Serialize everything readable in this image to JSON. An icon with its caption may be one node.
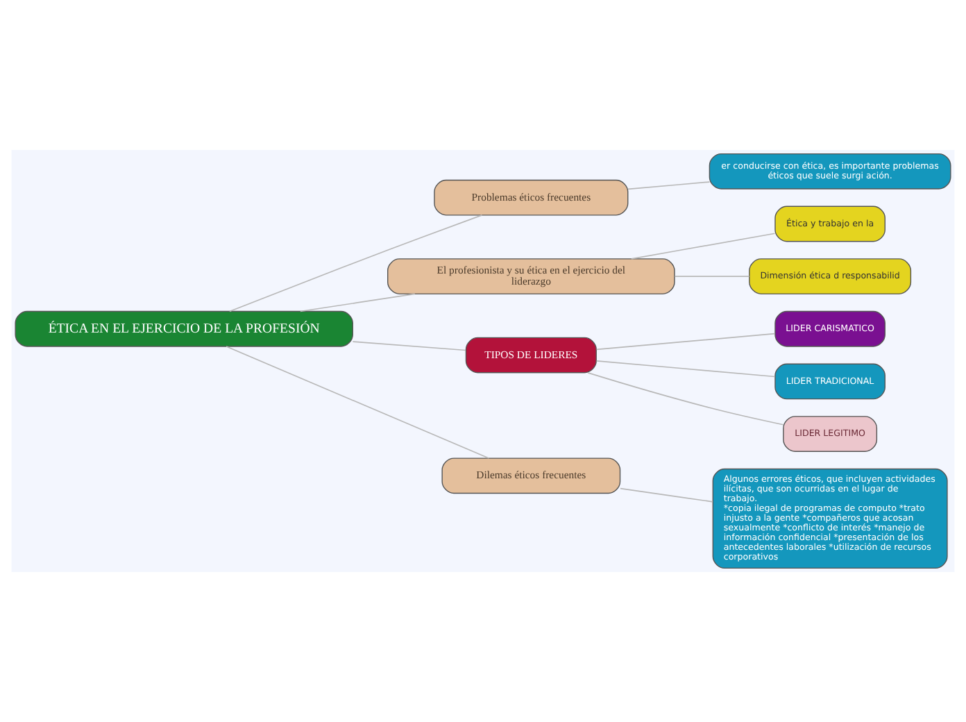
{
  "diagram": {
    "nodes": [
      {
        "text": [
          "ÉTICA EN EL EJERCICIO DE LA PROFESIÓN"
        ]
      },
      {
        "text": [
          "Problemas éticos frecuentes"
        ]
      },
      {
        "text": [
          "er conducirse con ética, es importante problemas éticos que suele surgi ación."
        ]
      },
      {
        "text": [
          "El profesionista y su ética en el ejercicio del liderazgo"
        ]
      },
      {
        "text": [
          "Ética y trabajo en la"
        ]
      },
      {
        "text": [
          "Dimensión ética d responsabilid"
        ]
      },
      {
        "text": [
          "TIPOS DE LIDERES"
        ]
      },
      {
        "text": [
          "LIDER CARISMATICO"
        ]
      },
      {
        "text": [
          "LIDER TRADICIONAL"
        ]
      },
      {
        "text": [
          "LIDER LEGITIMO"
        ]
      },
      {
        "text": [
          "Dilemas éticos frecuentes"
        ]
      },
      {
        "text": [
          "Algunos errores éticos, que incluyen actividades ilícitas, que son ocurridas en el lugar de trabajo.",
          "*copia ilegal de programas de computo *trato injusto a la gente *compañeros que acosan sexualmente *conflicto de interés *manejo de información confidencial *presentación de los antecedentes laborales *utilización de recursos corporativos"
        ]
      }
    ],
    "edges": [
      {
        "from": 0,
        "to": 1,
        "arrow": "none"
      },
      {
        "from": 1,
        "to": 2,
        "arrow": "none"
      },
      {
        "from": 0,
        "to": 3,
        "arrow": "none"
      },
      {
        "from": 3,
        "to": 4,
        "arrow": "none"
      },
      {
        "from": 3,
        "to": 5,
        "arrow": "none"
      },
      {
        "from": 0,
        "to": 6,
        "arrow": "none"
      },
      {
        "from": 6,
        "to": 7,
        "arrow": "none"
      },
      {
        "from": 6,
        "to": 8,
        "arrow": "none"
      },
      {
        "from": 6,
        "to": 9,
        "arrow": "none"
      },
      {
        "from": 0,
        "to": 10,
        "arrow": "none"
      },
      {
        "from": 10,
        "to": 11,
        "arrow": "none"
      }
    ]
  }
}
